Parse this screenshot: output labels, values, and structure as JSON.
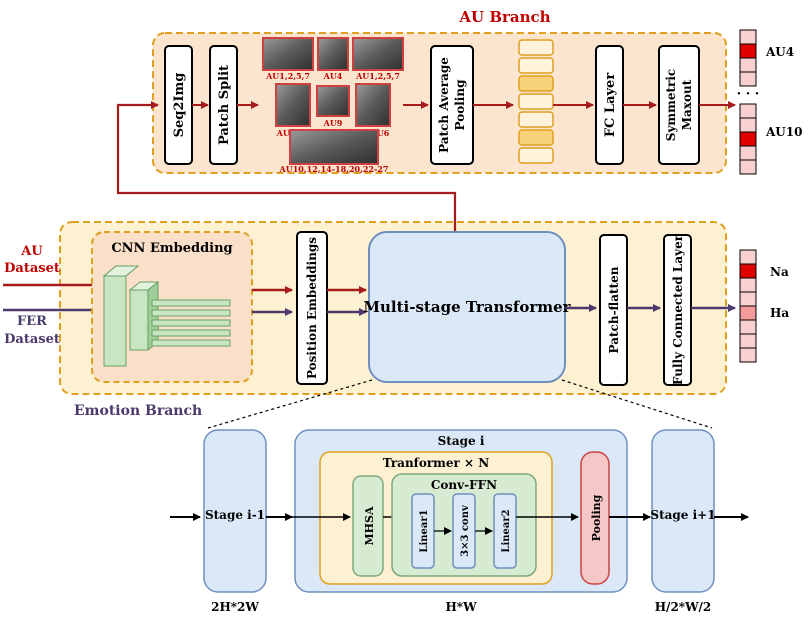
{
  "au_branch": {
    "title": "AU Branch",
    "seq2img": "Seq2Img",
    "patch_split": "Patch Split",
    "patch_average_pooling": [
      "Patch Average",
      "Pooling"
    ],
    "fc_layer": "FC Layer",
    "symmetric_maxout": [
      "Symmetric",
      "Maxout"
    ],
    "face_labels": {
      "top_left": "AU1,2,5,7",
      "top_mid": "AU4",
      "top_right": "AU1,2,5,7",
      "mid_left": "AU6",
      "mid_center": "AU9",
      "mid_right": "AU6",
      "bottom": "AU10,12,14-18,20,22-27"
    },
    "outputs": {
      "au4": "AU4",
      "au10": "AU10",
      "dots": "· · ·"
    }
  },
  "emotion_branch": {
    "title": "Emotion Branch",
    "au_dataset": [
      "AU",
      "Dataset"
    ],
    "fer_dataset": [
      "FER",
      "Dataset"
    ],
    "cnn_embedding": "CNN Embedding",
    "position_embeddings": "Position Embeddings",
    "transformer": "Multi-stage Transformer",
    "patch_flatten": "Patch-flatten",
    "fully_connected": "Fully Connected Layer",
    "outputs": {
      "na": "Na",
      "ha": "Ha"
    }
  },
  "stage_detail": {
    "stage_prev": "Stage i-1",
    "stage_i": "Stage i",
    "stage_next": "Stage i+1",
    "transformer_x_n": "Tranformer × N",
    "conv_ffn": "Conv-FFN",
    "mhsa": "MHSA",
    "linear1": "Linear1",
    "conv3": "3×3 conv",
    "linear2": "Linear2",
    "pooling": "Pooling",
    "dim_prev": "2H*2W",
    "dim_i": "H*W",
    "dim_next": "H/2*W/2"
  },
  "colors": {
    "orange_fill": "#fbe5cf",
    "orange_border": "#e0a020",
    "yellow_fill": "#fdf1d2",
    "dark_red": "#a61c1c",
    "purple": "#4b3a6b",
    "blue_fill": "#dbe8f8",
    "blue_border": "#6f8fbf",
    "green_fill": "#d7ebd3",
    "green_border": "#7fa87a",
    "pink_fill": "#f6c7c7",
    "red_cell": "#e00000"
  }
}
